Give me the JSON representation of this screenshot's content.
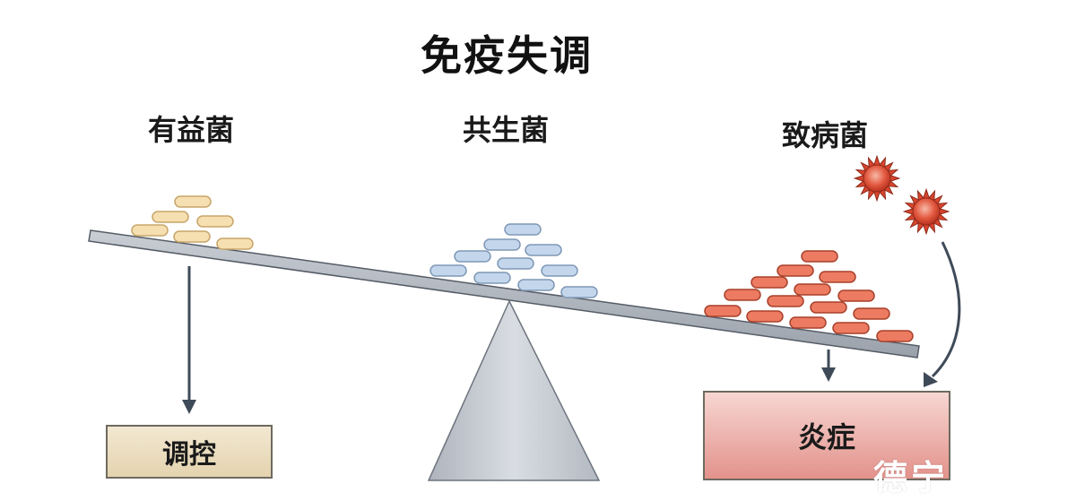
{
  "title": "免疫失调",
  "groups": {
    "beneficial": "有益菌",
    "commensal": "共生菌",
    "pathogenic": "致病菌"
  },
  "outcomes": {
    "regulate": "调控",
    "inflammation": "炎症"
  },
  "watermark": "德宁",
  "colors": {
    "beneficial_fill": "#f6dfb0",
    "commensal_fill": "#c3d6ec",
    "pathogenic_fill": "#ec7b62",
    "beam": "#b9bfc7",
    "fulcrum": "#c6ccd3",
    "arrow": "#3e4a57",
    "virus": "#d8442e"
  },
  "icons": [
    "pathogen-virus-icon",
    "pathogen-virus-icon"
  ]
}
